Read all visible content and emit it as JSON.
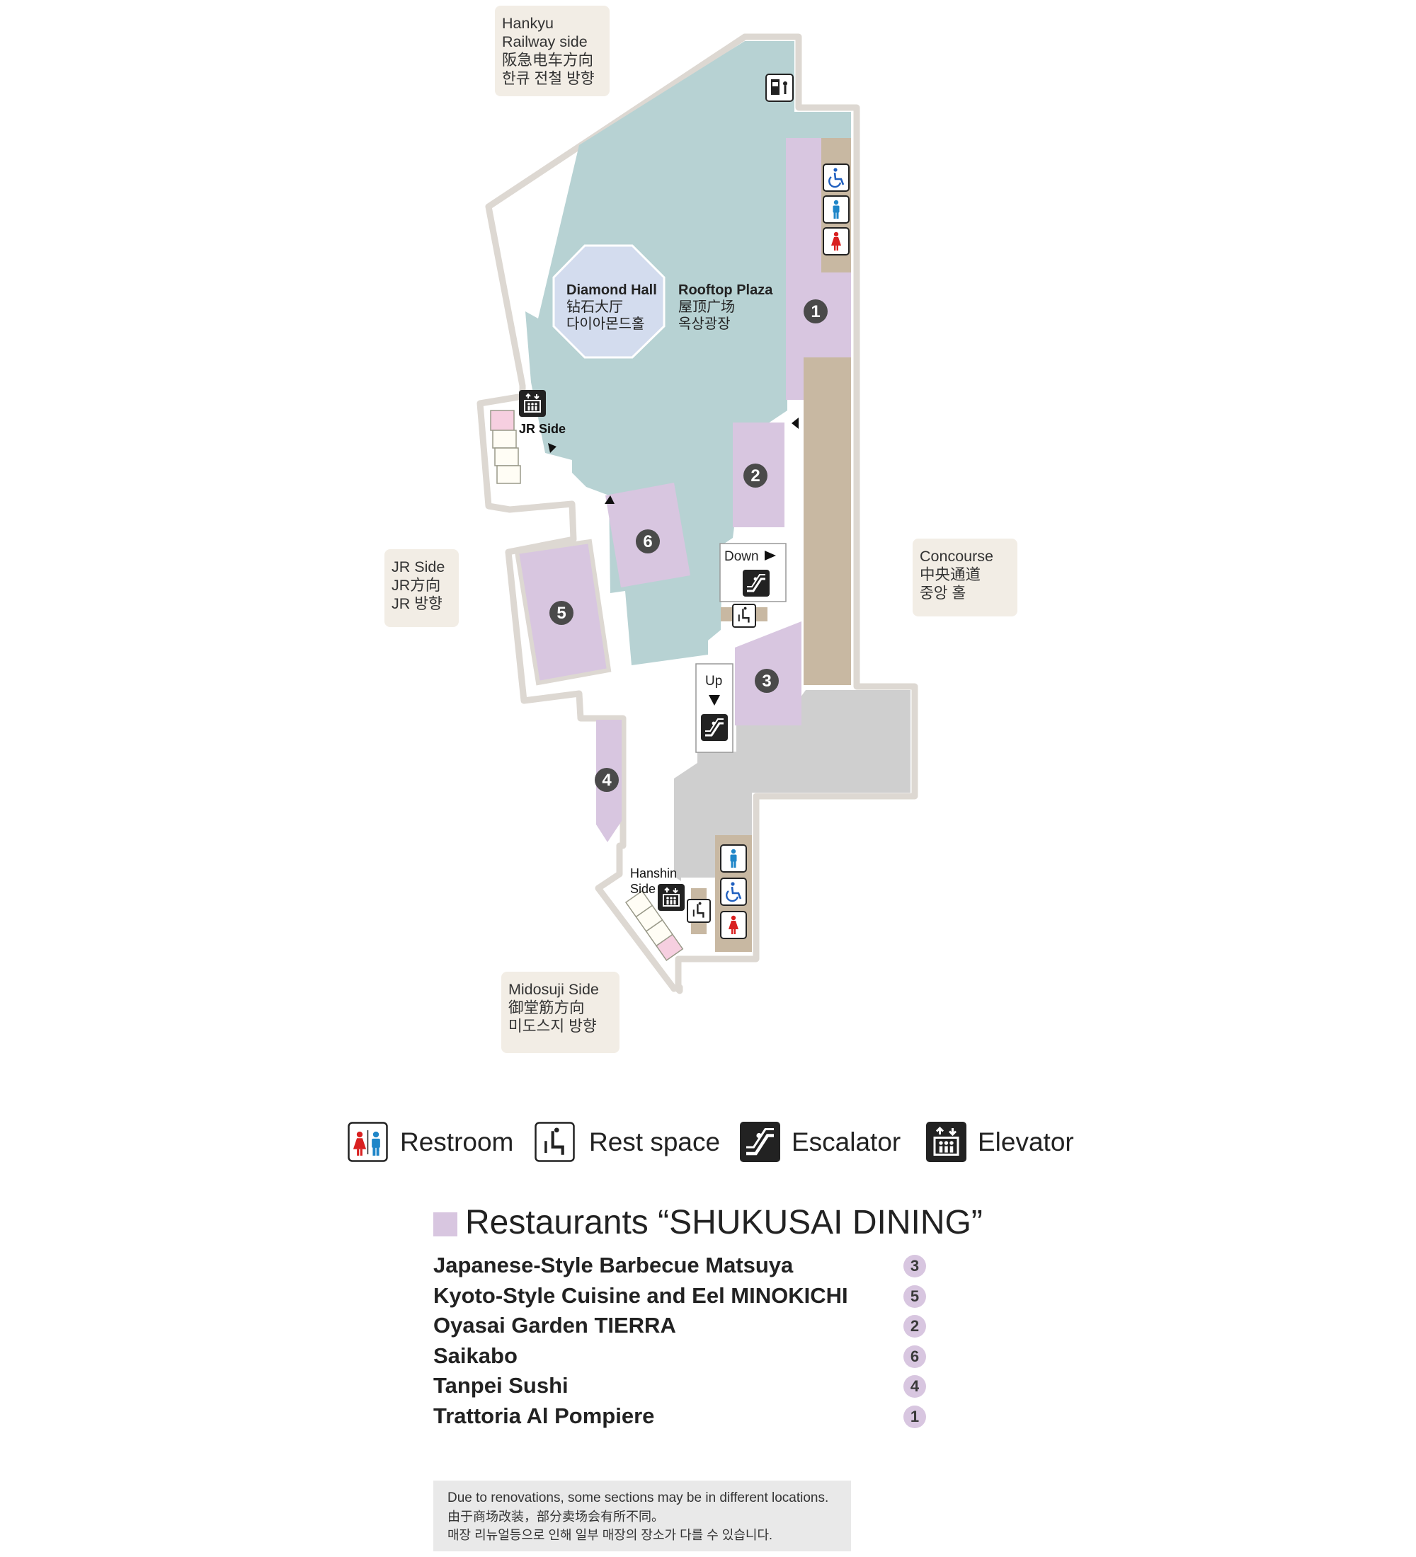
{
  "map": {
    "plaza_label": [
      "Rooftop Plaza",
      "屋顶广场",
      "옥상광장"
    ],
    "diamond_hall_label": [
      "Diamond Hall",
      "钻石大厅",
      "다이아몬드홀"
    ],
    "jr_side_label": "JR Side",
    "hanshin_label": [
      "Hanshin",
      "Side"
    ],
    "escalator_down_label": "Down",
    "escalator_up_label": "Up",
    "stores": [
      {
        "number": "1"
      },
      {
        "number": "2"
      },
      {
        "number": "3"
      },
      {
        "number": "4"
      },
      {
        "number": "5"
      },
      {
        "number": "6"
      }
    ],
    "directions": {
      "hankyu": [
        "Hankyu",
        "Railway side",
        "阪急电车方向",
        "한큐 전철 방향"
      ],
      "jr": [
        "JR Side",
        "JR方向",
        "JR 방향"
      ],
      "concourse": [
        "Concourse",
        "中央通道",
        "중앙 홀"
      ],
      "midosuji": [
        "Midosuji Side",
        "御堂筋方向",
        "미도스지 방향"
      ]
    }
  },
  "legend": {
    "restroom": "Restroom",
    "rest_space": "Rest space",
    "escalator": "Escalator",
    "elevator": "Elevator"
  },
  "restaurants": {
    "title": "Restaurants “SHUKUSAI DINING”",
    "swatch_color": "#d8c6e0",
    "items": [
      {
        "name": "Japanese-Style Barbecue Matsuya",
        "number": "3"
      },
      {
        "name": "Kyoto-Style Cuisine and Eel MINOKICHI",
        "number": "5"
      },
      {
        "name": "Oyasai Garden TIERRA",
        "number": "2"
      },
      {
        "name": "Saikabo",
        "number": "6"
      },
      {
        "name": "Tanpei Sushi",
        "number": "4"
      },
      {
        "name": "Trattoria Al Pompiere",
        "number": "1"
      }
    ]
  },
  "notice": {
    "en": "Due to renovations, some sections may be in different locations.",
    "zh": "由于商场改装，部分卖场会有所不同。",
    "ko": "매장 리뉴얼등으로 인해 일부 매장의 장소가 다를 수 있습니다."
  },
  "colors": {
    "plaza": "#b7d2d3",
    "restaurant": "#d8c6e0",
    "corridor": "#c8b8a2",
    "gray_area": "#cfcfcf",
    "hall": "#d3dcee",
    "outline": "#ddd8d2",
    "badge": "#4a4a4a",
    "restroom_male": "#1f86c8",
    "restroom_female": "#d92020",
    "wheelchair": "#1f5fbf"
  }
}
